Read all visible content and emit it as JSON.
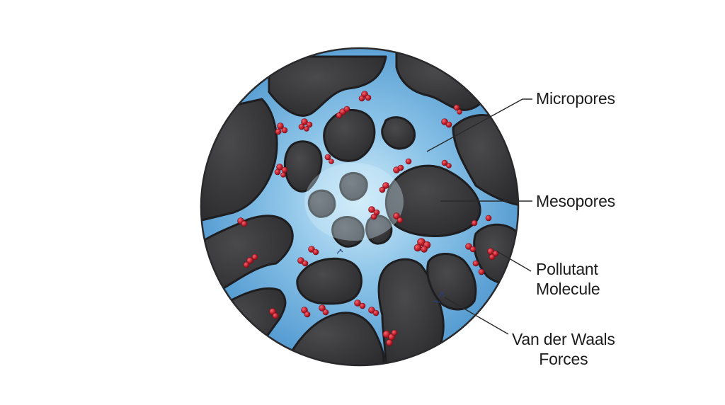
{
  "labels": {
    "micropores": "Micropores",
    "mesopores": "Mesopores",
    "pollutant_line1": "Pollutant",
    "pollutant_line2": "Molecule",
    "vdw_line1": "Van der Waals",
    "vdw_line2": "Forces"
  },
  "colors": {
    "background": "#ffffff",
    "carbon_solid": "#3a3a3c",
    "carbon_edge": "#1e1e20",
    "pore_channel": "#5aa3d8",
    "pore_highlight": "#bfe3f6",
    "pollutant": "#c3202e",
    "leader_line": "#2a2a2a",
    "text": "#1c1c1c"
  }
}
